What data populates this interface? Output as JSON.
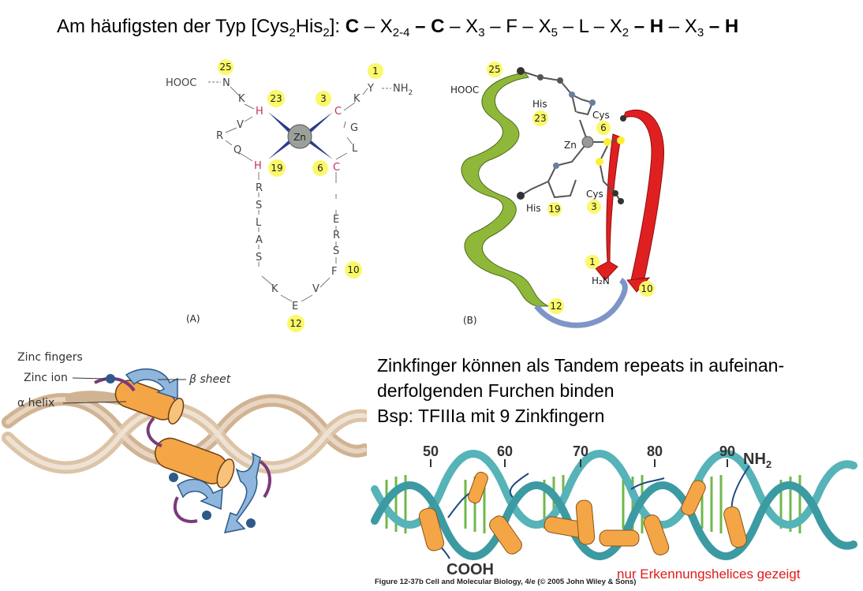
{
  "title": {
    "prefix": "Am häufigsten der Typ [Cys",
    "sub1": "2",
    "mid1": "His",
    "sub2": "2",
    "mid2": "]:  ",
    "motif": {
      "c1": "C",
      "x1": " – X",
      "x1sub": "2-4",
      "c2": " – C",
      "x2": " – X",
      "x2sub": "3",
      "f": " – F – X",
      "x3sub": "5",
      "l": " – L – X",
      "x4sub": "2",
      "h1": " – H",
      "x5": " – X",
      "x5sub": "3",
      "h2": " – H"
    }
  },
  "panel_a": {
    "label": "(A)",
    "hooc": "HOOC",
    "nh2": "NH",
    "nh2sub": "2",
    "zn": "Zn",
    "badges": [
      "25",
      "1",
      "23",
      "3",
      "19",
      "6",
      "10",
      "12"
    ],
    "residues": {
      "n": "N",
      "k1": "K",
      "h23": "H",
      "v": "V",
      "r1": "R",
      "q": "Q",
      "h19": "H",
      "y": "Y",
      "k2": "K",
      "c3": "C",
      "g": "G",
      "l1": "L",
      "c6": "C",
      "r2": "R",
      "s1": "S",
      "l2": "L",
      "a": "A",
      "s2": "S",
      "k3": "K",
      "e1": "E",
      "v2": "V",
      "f": "F",
      "s3": "S",
      "r3": "R",
      "e2": "E"
    }
  },
  "panel_b": {
    "label": "(B)",
    "hooc": "HOOC",
    "his23": "His",
    "his19": "His",
    "cys6": "Cys",
    "cys3": "Cys",
    "zn": "Zn",
    "h2n": "H₂N",
    "badges": [
      "25",
      "23",
      "6",
      "19",
      "3",
      "1",
      "10",
      "12"
    ]
  },
  "zinc_fingers": {
    "title": "Zinc fingers",
    "zinc_ion": "Zinc ion",
    "beta_sheet": "β sheet",
    "alpha_helix": "α helix"
  },
  "description": {
    "line1": "Zinkfinger können als Tandem repeats in aufeinan-",
    "line2": "derfolgenden Furchen binden",
    "line3": "Bsp: TFIIIa mit 9 Zinkfingern"
  },
  "tfiiia": {
    "ticks": [
      "50",
      "60",
      "70",
      "80",
      "90"
    ],
    "nh2": "NH",
    "nh2sub": "2",
    "cooh": "COOH"
  },
  "figure_caption": "Figure 12-37b  Cell and Molecular Biology, 4/e (© 2005 John Wiley & Sons)",
  "red_note": "nur Erkennungshelices gezeigt",
  "colors": {
    "badge": "#fbf86a",
    "helix_green": "#8fb83a",
    "sheet_red": "#e02020",
    "dna_tan": "#d9bfa4",
    "cylinder_orange": "#f4a545",
    "sheet_blue": "#8fb6dc",
    "note_red": "#e01a1a"
  }
}
